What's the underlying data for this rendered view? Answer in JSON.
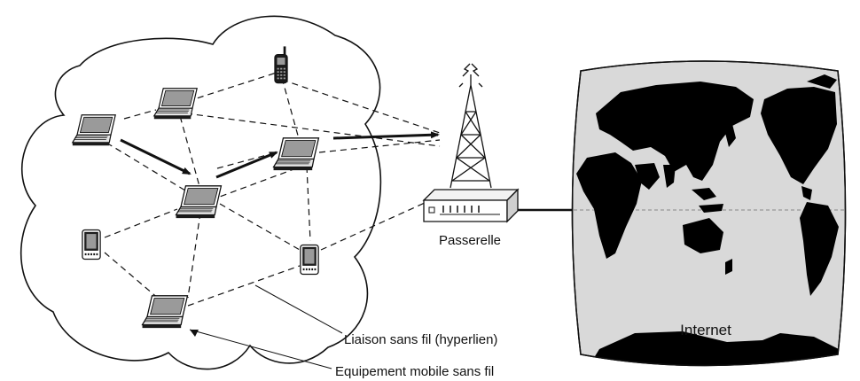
{
  "labels": {
    "gateway": "Passerelle",
    "internet": "Internet",
    "wireless_link": "Liaison sans fil (hyperlien)",
    "mobile_equipment": "Equipement mobile sans fil"
  },
  "colors": {
    "ocean": "#d9d9d9",
    "land": "#000000",
    "line": "#111111",
    "background": "#ffffff"
  },
  "devices": [
    {
      "id": "laptop-a",
      "kind": "laptop"
    },
    {
      "id": "laptop-b",
      "kind": "laptop"
    },
    {
      "id": "laptop-c",
      "kind": "laptop"
    },
    {
      "id": "laptop-d",
      "kind": "laptop"
    },
    {
      "id": "laptop-e",
      "kind": "laptop"
    },
    {
      "id": "mobile-phone",
      "kind": "phone"
    },
    {
      "id": "pda-left",
      "kind": "pda"
    },
    {
      "id": "pda-right",
      "kind": "pda"
    },
    {
      "id": "gateway-router",
      "kind": "router"
    },
    {
      "id": "antenna-tower",
      "kind": "tower"
    }
  ]
}
